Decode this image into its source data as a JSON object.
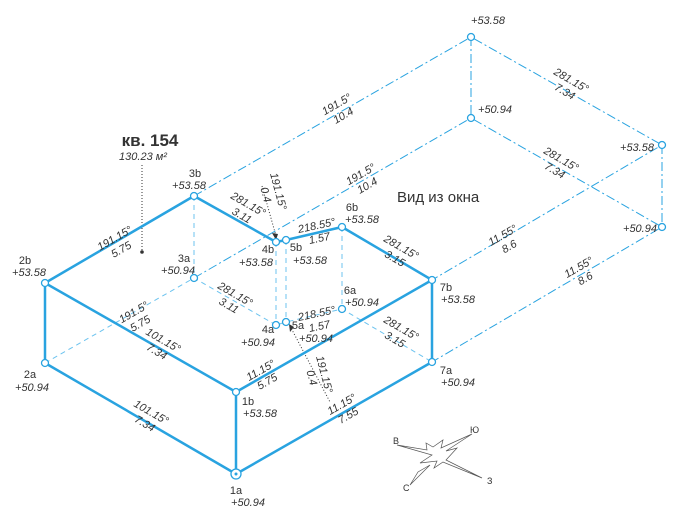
{
  "apartment": {
    "title": "кв. 154",
    "area": "130.23 м²"
  },
  "window_view_label": "Вид из окна",
  "points": [
    {
      "id": "1a",
      "elevation": "+50.94"
    },
    {
      "id": "1b",
      "elevation": "+53.58"
    },
    {
      "id": "2a",
      "elevation": "+50.94"
    },
    {
      "id": "2b",
      "elevation": "+53.58"
    },
    {
      "id": "3a",
      "elevation": "+50.94"
    },
    {
      "id": "3b",
      "elevation": "+53.58"
    },
    {
      "id": "4a",
      "elevation": "+50.94"
    },
    {
      "id": "4b",
      "elevation": "+53.58"
    },
    {
      "id": "5a",
      "elevation": "+50.94"
    },
    {
      "id": "5b",
      "elevation": "+53.58"
    },
    {
      "id": "6a",
      "elevation": "+50.94"
    },
    {
      "id": "6b",
      "elevation": "+53.58"
    },
    {
      "id": "7a",
      "elevation": "+50.94"
    },
    {
      "id": "7b",
      "elevation": "+53.58"
    },
    {
      "id": "",
      "elevation": "+53.58"
    },
    {
      "id": "",
      "elevation": "+50.94"
    },
    {
      "id": "",
      "elevation": "+53.58"
    },
    {
      "id": "",
      "elevation": "+50.94"
    }
  ],
  "edges": [
    {
      "angle": "191.15°",
      "length": "5.75"
    },
    {
      "angle": "281.15°",
      "length": "3.11"
    },
    {
      "angle": "191.15°",
      "length": "0.4"
    },
    {
      "angle": "218.55°",
      "length": "1.57"
    },
    {
      "angle": "281.15°",
      "length": "3.15"
    },
    {
      "angle": "191.5°",
      "length": "5.75"
    },
    {
      "angle": "281.15°",
      "length": "3.11"
    },
    {
      "angle": "218.55°",
      "length": "1.57"
    },
    {
      "angle": "281.15°",
      "length": "3.15"
    },
    {
      "angle": "101.15°",
      "length": "7.34"
    },
    {
      "angle": "101.15°",
      "length": "7.34"
    },
    {
      "angle": "11.15°",
      "length": "5.75"
    },
    {
      "angle": "11.15°",
      "length": "7.55"
    },
    {
      "angle": "191.15°",
      "length": "0.4"
    },
    {
      "angle": "191.5°",
      "length": "10.4"
    },
    {
      "angle": "191.5°",
      "length": "10.4"
    },
    {
      "angle": "281.15°",
      "length": "7.34"
    },
    {
      "angle": "281.15°",
      "length": "7.34"
    },
    {
      "angle": "11.55°",
      "length": "8.6"
    },
    {
      "angle": "11.55°",
      "length": "8.6"
    }
  ],
  "compass": {
    "north": "С",
    "south": "Ю",
    "east": "В",
    "west": "З"
  },
  "colors": {
    "line": "#29a3e0",
    "text": "#333333"
  }
}
